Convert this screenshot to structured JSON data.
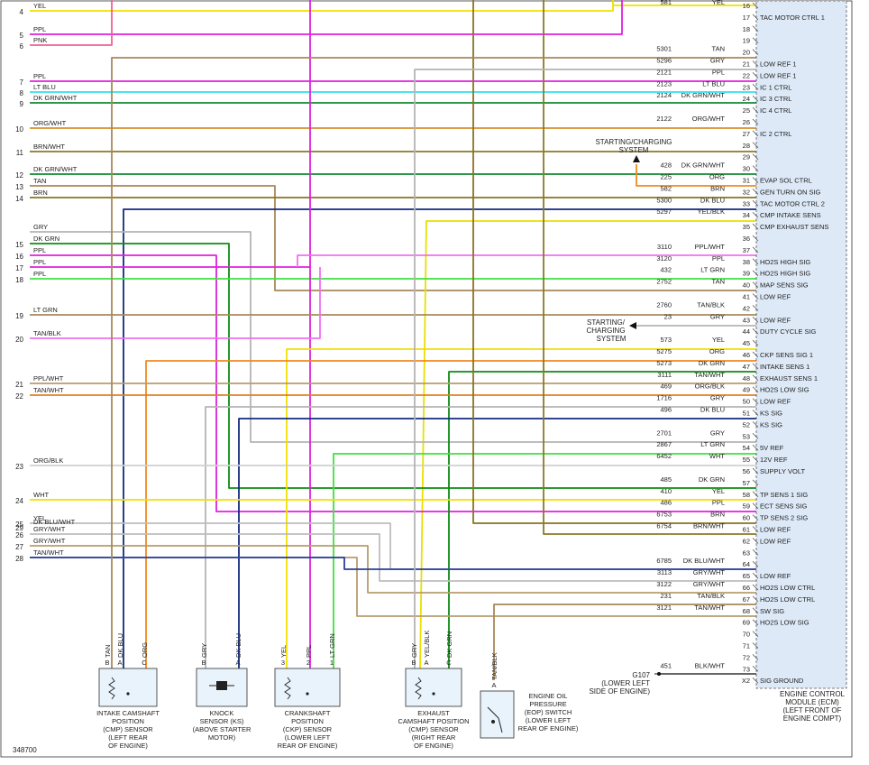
{
  "figure_id": "348700",
  "colors": {
    "YEL": "#f0e000",
    "PPL": "#e020e0",
    "PNK": "#f06090",
    "LT BLU": "#30e0f0",
    "DK GRN/WHT": "#108a30",
    "ORG/WHT": "#d4902c",
    "BRN/WHT": "#8a7a26",
    "DK GRN": "#0c8c14",
    "TAN": "#a8885a",
    "BRN": "#8a7220",
    "GRY": "#b4b4b4",
    "LT GRN": "#40e040",
    "TAN/BLK": "#a8885a",
    "PPL/WHT": "#f070f0",
    "TAN/WHT": "#b89c6e",
    "ORG/BLK": "#e08020",
    "WHT": "#d0d0d0",
    "GRY/WHT": "#bdbdbd",
    "DK BLU/WHT": "#2b3f9a",
    "DK BLU": "#142a80",
    "YEL/BLK": "#e8e000",
    "ORG": "#f08a20",
    "BLK/WHT": "#333333",
    "BLK": "#333333"
  },
  "left_wires": [
    {
      "num": "4",
      "color": "YEL"
    },
    {
      "num": "5",
      "color": "PPL"
    },
    {
      "num": "6",
      "color": "PNK"
    },
    {
      "num": "7",
      "color": "PPL"
    },
    {
      "num": "8",
      "color": "LT BLU"
    },
    {
      "num": "9",
      "color": "DK GRN/WHT"
    },
    {
      "num": "10",
      "color": "ORG/WHT"
    },
    {
      "num": "11",
      "color": "BRN/WHT"
    },
    {
      "num": "12",
      "color": "DK GRN/WHT"
    },
    {
      "num": "13",
      "color": "TAN"
    },
    {
      "num": "14",
      "color": "BRN"
    },
    {
      "num": "",
      "color": "GRY"
    },
    {
      "num": "15",
      "color": "DK GRN"
    },
    {
      "num": "16",
      "color": "PPL"
    },
    {
      "num": "17",
      "color": "PPL"
    },
    {
      "num": "18",
      "color": "PPL"
    },
    {
      "num": "19",
      "color": "LT GRN"
    },
    {
      "num": "20",
      "color": "TAN/BLK"
    },
    {
      "num": "21",
      "color": "PPL/WHT"
    },
    {
      "num": "22",
      "color": "TAN/WHT"
    },
    {
      "num": "23",
      "color": "ORG/BLK"
    },
    {
      "num": "24",
      "color": "WHT"
    },
    {
      "num": "25",
      "color": "YEL"
    },
    {
      "num": "26",
      "color": "GRY/WHT"
    },
    {
      "num": "27",
      "color": "GRY/WHT"
    },
    {
      "num": "28",
      "color": "TAN/WHT"
    },
    {
      "num": "29",
      "color": "DK BLU/WHT"
    }
  ],
  "ecm": {
    "pins": [
      {
        "pin": "16",
        "circuit": "581",
        "color": "YEL",
        "name": ""
      },
      {
        "pin": "17",
        "circuit": "",
        "color": "",
        "name": "TAC MOTOR CTRL 1"
      },
      {
        "pin": "18",
        "circuit": "",
        "color": "",
        "name": ""
      },
      {
        "pin": "19",
        "circuit": "",
        "color": "",
        "name": ""
      },
      {
        "pin": "20",
        "circuit": "5301",
        "color": "TAN",
        "name": ""
      },
      {
        "pin": "21",
        "circuit": "5296",
        "color": "GRY",
        "name": "LOW REF 1"
      },
      {
        "pin": "22",
        "circuit": "2121",
        "color": "PPL",
        "name": "LOW REF 1"
      },
      {
        "pin": "23",
        "circuit": "2123",
        "color": "LT BLU",
        "name": "IC 1 CTRL"
      },
      {
        "pin": "24",
        "circuit": "2124",
        "color": "DK GRN/WHT",
        "name": "IC 3 CTRL"
      },
      {
        "pin": "25",
        "circuit": "",
        "color": "",
        "name": "IC 4 CTRL"
      },
      {
        "pin": "26",
        "circuit": "2122",
        "color": "ORG/WHT",
        "name": ""
      },
      {
        "pin": "27",
        "circuit": "",
        "color": "",
        "name": "IC 2 CTRL"
      },
      {
        "pin": "28",
        "circuit": "",
        "color": "",
        "name": ""
      },
      {
        "pin": "29",
        "circuit": "",
        "color": "",
        "name": ""
      },
      {
        "pin": "30",
        "circuit": "428",
        "color": "DK GRN/WHT",
        "name": ""
      },
      {
        "pin": "31",
        "circuit": "225",
        "color": "ORG",
        "name": "EVAP SOL CTRL"
      },
      {
        "pin": "32",
        "circuit": "582",
        "color": "BRN",
        "name": "GEN TURN ON SIG"
      },
      {
        "pin": "33",
        "circuit": "5300",
        "color": "DK BLU",
        "name": "TAC MOTOR CTRL 2"
      },
      {
        "pin": "34",
        "circuit": "5297",
        "color": "YEL/BLK",
        "name": "CMP INTAKE SENS"
      },
      {
        "pin": "35",
        "circuit": "",
        "color": "",
        "name": "CMP EXHAUST SENS"
      },
      {
        "pin": "36",
        "circuit": "",
        "color": "",
        "name": ""
      },
      {
        "pin": "37",
        "circuit": "3110",
        "color": "PPL/WHT",
        "name": ""
      },
      {
        "pin": "38",
        "circuit": "3120",
        "color": "PPL",
        "name": "HO2S HIGH SIG"
      },
      {
        "pin": "39",
        "circuit": "432",
        "color": "LT GRN",
        "name": "HO2S HIGH SIG"
      },
      {
        "pin": "40",
        "circuit": "2752",
        "color": "TAN",
        "name": "MAP SENS SIG"
      },
      {
        "pin": "41",
        "circuit": "",
        "color": "",
        "name": "LOW REF"
      },
      {
        "pin": "42",
        "circuit": "2760",
        "color": "TAN/BLK",
        "name": ""
      },
      {
        "pin": "43",
        "circuit": "23",
        "color": "GRY",
        "name": "LOW REF"
      },
      {
        "pin": "44",
        "circuit": "",
        "color": "",
        "name": "DUTY CYCLE SIG"
      },
      {
        "pin": "45",
        "circuit": "573",
        "color": "YEL",
        "name": ""
      },
      {
        "pin": "46",
        "circuit": "5275",
        "color": "ORG",
        "name": "CKP SENS SIG 1"
      },
      {
        "pin": "47",
        "circuit": "5273",
        "color": "DK GRN",
        "name": "INTAKE SENS 1"
      },
      {
        "pin": "48",
        "circuit": "3111",
        "color": "TAN/WHT",
        "name": "EXHAUST SENS 1"
      },
      {
        "pin": "49",
        "circuit": "469",
        "color": "ORG/BLK",
        "name": "HO2S LOW SIG"
      },
      {
        "pin": "50",
        "circuit": "1716",
        "color": "GRY",
        "name": "LOW REF"
      },
      {
        "pin": "51",
        "circuit": "496",
        "color": "DK BLU",
        "name": "KS SIG"
      },
      {
        "pin": "52",
        "circuit": "",
        "color": "",
        "name": "KS SIG"
      },
      {
        "pin": "53",
        "circuit": "2701",
        "color": "GRY",
        "name": ""
      },
      {
        "pin": "54",
        "circuit": "2867",
        "color": "LT GRN",
        "name": "5V REF"
      },
      {
        "pin": "55",
        "circuit": "6452",
        "color": "WHT",
        "name": "12V REF"
      },
      {
        "pin": "56",
        "circuit": "",
        "color": "",
        "name": "SUPPLY VOLT"
      },
      {
        "pin": "57",
        "circuit": "485",
        "color": "DK GRN",
        "name": ""
      },
      {
        "pin": "58",
        "circuit": "410",
        "color": "YEL",
        "name": "TP SENS 1 SIG"
      },
      {
        "pin": "59",
        "circuit": "486",
        "color": "PPL",
        "name": "ECT SENS SIG"
      },
      {
        "pin": "60",
        "circuit": "6753",
        "color": "BRN",
        "name": "TP SENS 2 SIG"
      },
      {
        "pin": "61",
        "circuit": "6754",
        "color": "BRN/WHT",
        "name": "LOW REF"
      },
      {
        "pin": "62",
        "circuit": "",
        "color": "",
        "name": "LOW REF"
      },
      {
        "pin": "63",
        "circuit": "",
        "color": "",
        "name": ""
      },
      {
        "pin": "64",
        "circuit": "6785",
        "color": "DK BLU/WHT",
        "name": ""
      },
      {
        "pin": "65",
        "circuit": "3113",
        "color": "GRY/WHT",
        "name": "LOW REF"
      },
      {
        "pin": "66",
        "circuit": "3122",
        "color": "GRY/WHT",
        "name": "HO2S LOW CTRL"
      },
      {
        "pin": "67",
        "circuit": "231",
        "color": "TAN/BLK",
        "name": "HO2S LOW CTRL"
      },
      {
        "pin": "68",
        "circuit": "3121",
        "color": "TAN/WHT",
        "name": "SW SIG"
      },
      {
        "pin": "69",
        "circuit": "",
        "color": "",
        "name": "HO2S LOW SIG"
      },
      {
        "pin": "70",
        "circuit": "",
        "color": "",
        "name": ""
      },
      {
        "pin": "71",
        "circuit": "",
        "color": "",
        "name": ""
      },
      {
        "pin": "72",
        "circuit": "",
        "color": "",
        "name": ""
      },
      {
        "pin": "73",
        "circuit": "451",
        "color": "BLK/WHT",
        "name": ""
      },
      {
        "pin": "X2",
        "circuit": "",
        "color": "",
        "name": "SIG GROUND"
      }
    ],
    "label_lines": [
      "ENGINE CONTROL",
      "MODULE (ECM)",
      "(LEFT FRONT OF",
      "ENGINE COMPT)"
    ]
  },
  "starting_charging": {
    "upper": [
      "STARTING/CHARGING",
      "SYSTEM"
    ],
    "lower": [
      "STARTING/",
      "CHARGING",
      "SYSTEM"
    ]
  },
  "ground": {
    "id": "G107",
    "lines": [
      "(LOWER LEFT",
      "SIDE OF ENGINE)"
    ]
  },
  "sensors": [
    {
      "id": "intake-camshaft-position-sensor",
      "pins": [
        {
          "pin": "B",
          "color": "TAN"
        },
        {
          "pin": "A",
          "color": "DK BLU"
        },
        {
          "pin": "C",
          "color": "ORG"
        }
      ],
      "label_lines": [
        "INTAKE CAMSHAFT",
        "POSITION",
        "(CMP) SENSOR",
        "(LEFT REAR",
        "OF ENGINE)"
      ]
    },
    {
      "id": "knock-sensor",
      "pins": [
        {
          "pin": "B",
          "color": "GRY"
        },
        {
          "pin": "A",
          "color": "DK BLU"
        }
      ],
      "label_lines": [
        "KNOCK",
        "SENSOR (KS)",
        "(ABOVE STARTER",
        "MOTOR)"
      ]
    },
    {
      "id": "crankshaft-position-sensor",
      "pins": [
        {
          "pin": "3",
          "color": "YEL"
        },
        {
          "pin": "2",
          "color": "PPL"
        },
        {
          "pin": "1",
          "color": "LT GRN"
        }
      ],
      "label_lines": [
        "CRANKSHAFT",
        "POSITION",
        "(CKP) SENSOR",
        "(LOWER LEFT",
        "REAR OF ENGINE)"
      ]
    },
    {
      "id": "exhaust-camshaft-position-sensor",
      "pins": [
        {
          "pin": "B",
          "color": "GRY"
        },
        {
          "pin": "A",
          "color": "YEL/BLK"
        },
        {
          "pin": "C",
          "color": "DK GRN"
        }
      ],
      "label_lines": [
        "EXHAUST",
        "CAMSHAFT POSITION",
        "(CMP) SENSOR",
        "(RIGHT REAR",
        "OF ENGINE)"
      ]
    },
    {
      "id": "engine-oil-pressure-switch",
      "pins": [
        {
          "pin": "A",
          "color": "TAN/BLK"
        }
      ],
      "label_lines": [
        "ENGINE OIL",
        "PRESSURE",
        "(EOP) SWITCH",
        "(LOWER LEFT",
        "REAR OF ENGINE)"
      ]
    }
  ]
}
